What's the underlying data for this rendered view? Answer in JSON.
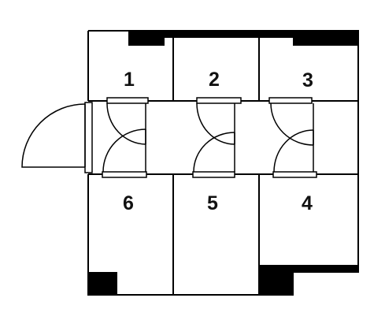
{
  "rooms": [
    {
      "number": "1"
    },
    {
      "number": "2"
    },
    {
      "number": "3"
    },
    {
      "number": "4"
    },
    {
      "number": "5"
    },
    {
      "number": "6"
    }
  ],
  "colors": {
    "line": "#000000",
    "background": "#ffffff"
  }
}
